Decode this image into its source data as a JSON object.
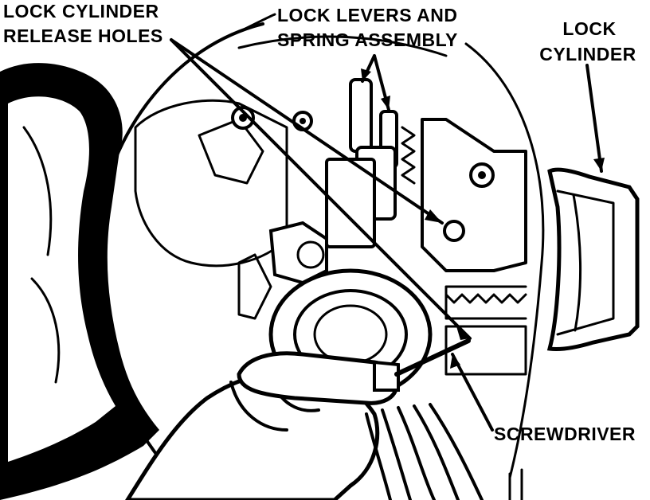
{
  "labels": {
    "release_holes_line1": "LOCK CYLINDER",
    "release_holes_line2": "RELEASE HOLES",
    "levers_line1": "LOCK LEVERS AND",
    "levers_line2": "SPRING ASSEMBLY",
    "cylinder_line1": "LOCK",
    "cylinder_line2": "CYLINDER",
    "screwdriver": "SCREWDRIVER"
  }
}
